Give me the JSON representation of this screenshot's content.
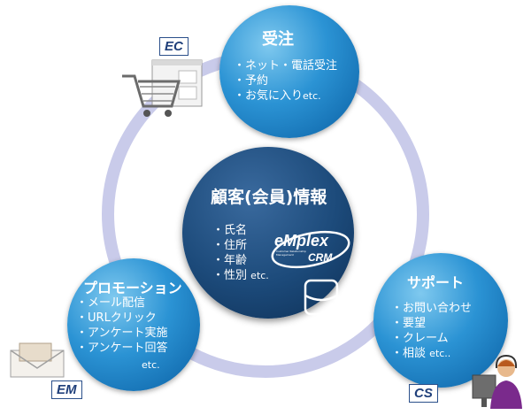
{
  "center": {
    "title": "顧客(会員)情報",
    "items": [
      "氏名",
      "住所",
      "年齢",
      "性別"
    ],
    "etc": "etc.",
    "logo": {
      "brand": "eMplex",
      "tagline": "Customer Relationship Management",
      "product": "CRM"
    }
  },
  "order": {
    "title": "受注",
    "items": [
      "ネット・電話受注",
      "予約",
      "お気に入り"
    ],
    "etc": "etc.",
    "badge": "EC",
    "icon": "shopping-cart-icon"
  },
  "promotion": {
    "title": "プロモーション",
    "items": [
      "メール配信",
      "URLクリック",
      "アンケート実施",
      "アンケート回答"
    ],
    "etc": "etc.",
    "badge": "EM",
    "icon": "envelope-icon"
  },
  "support": {
    "title": "サポート",
    "items": [
      "お問い合わせ",
      "要望",
      "クレーム",
      "相談"
    ],
    "etc": "etc..",
    "badge": "CS",
    "icon": "operator-icon"
  },
  "colors": {
    "ring": "#c9cbea",
    "satellite": "#2b93d4",
    "center": "#1c4a7a"
  }
}
